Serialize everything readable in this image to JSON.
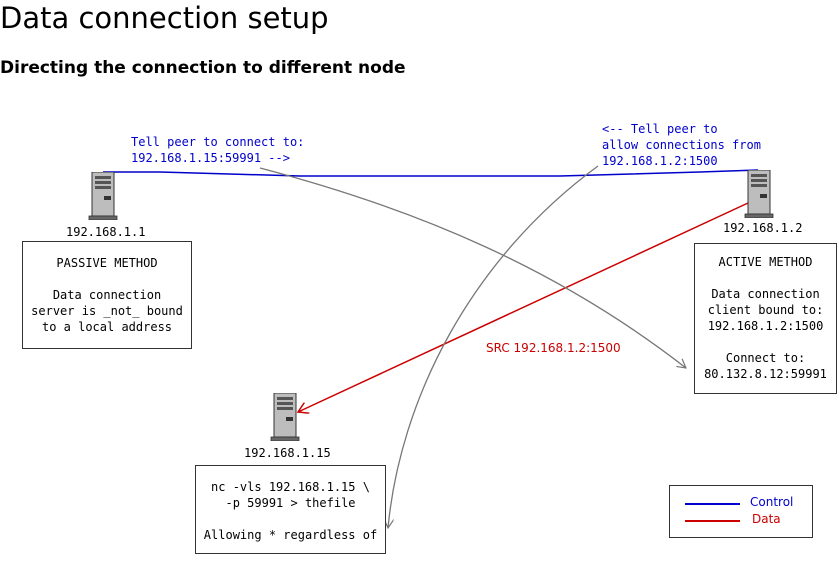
{
  "title": "Data connection setup",
  "subtitle": "Directing the connection to different node",
  "nodes": {
    "left": {
      "ip": "192.168.1.1"
    },
    "right": {
      "ip": "192.168.1.2"
    },
    "bottom": {
      "ip": "192.168.1.15"
    }
  },
  "boxes": {
    "passive": "PASSIVE METHOD\n\nData connection\nserver is _not_ bound\nto a local address",
    "active": "ACTIVE METHOD\n\nData connection\nclient bound to:\n192.168.1.2:1500\n\nConnect to:\n80.132.8.12:59991",
    "nc": "nc -vls 192.168.1.15 \\\n-p 59991 > thefile\n\nAllowing * regardless of"
  },
  "annotations": {
    "tell_connect": "Tell peer to connect to:\n192.168.1.15:59991 -->",
    "tell_allow": "<-- Tell peer to\nallow connections from\n192.168.1.2:1500",
    "src": "SRC 192.168.1.2:1500"
  },
  "legend": {
    "control": {
      "label": "Control",
      "color": "#0000cc"
    },
    "data": {
      "label": "Data",
      "color": "#cc0000"
    }
  },
  "colors": {
    "control": "#0000cc",
    "data": "#cc0000",
    "annotation_arrow": "#777777"
  }
}
